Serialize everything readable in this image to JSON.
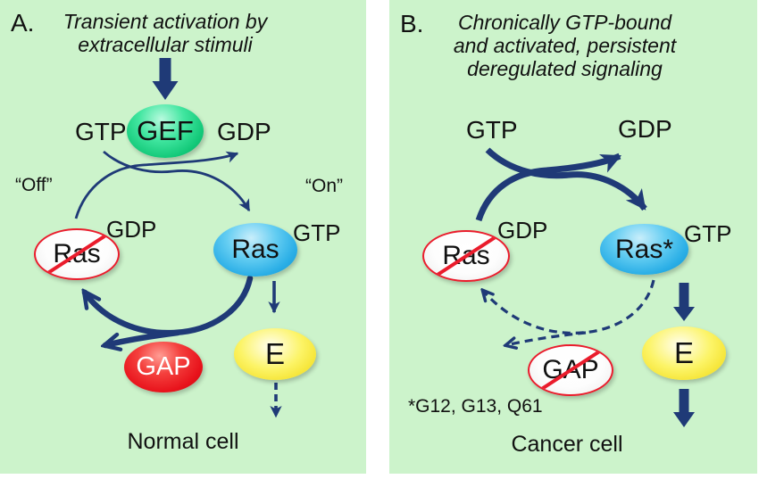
{
  "panel_a": {
    "label": "A.",
    "title_lines": [
      "Transient activation by",
      "extracellular stimuli"
    ],
    "free_gtp": "GTP",
    "free_gdp": "GDP",
    "off": "“Off”",
    "on": "“On”",
    "gef": "GEF",
    "ras_off": "Ras",
    "ras_off_nucleotide": "GDP",
    "ras_on": "Ras",
    "ras_on_nucleotide": "GTP",
    "gap": "GAP",
    "effector": "E",
    "cell": "Normal cell"
  },
  "panel_b": {
    "label": "B.",
    "title_lines": [
      "Chronically GTP-bound",
      "and activated, persistent",
      "deregulated signaling"
    ],
    "free_gtp": "GTP",
    "free_gdp": "GDP",
    "ras_off": "Ras",
    "ras_off_nucleotide": "GDP",
    "ras_on": "Ras*",
    "ras_on_nucleotide": "GTP",
    "gap": "GAP",
    "effector": "E",
    "mutations": "*G12, G13, Q61",
    "cell": "Cancer cell"
  },
  "colors": {
    "panel_background": "#ccf3cb",
    "arrow_navy": "#1f3a77",
    "gef_green": "#12c878",
    "active_ras_blue": "#2aaee6",
    "gap_red": "#e8121b",
    "effector_yellow": "#fcf467",
    "inhibition_red": "#ea1c2c"
  }
}
